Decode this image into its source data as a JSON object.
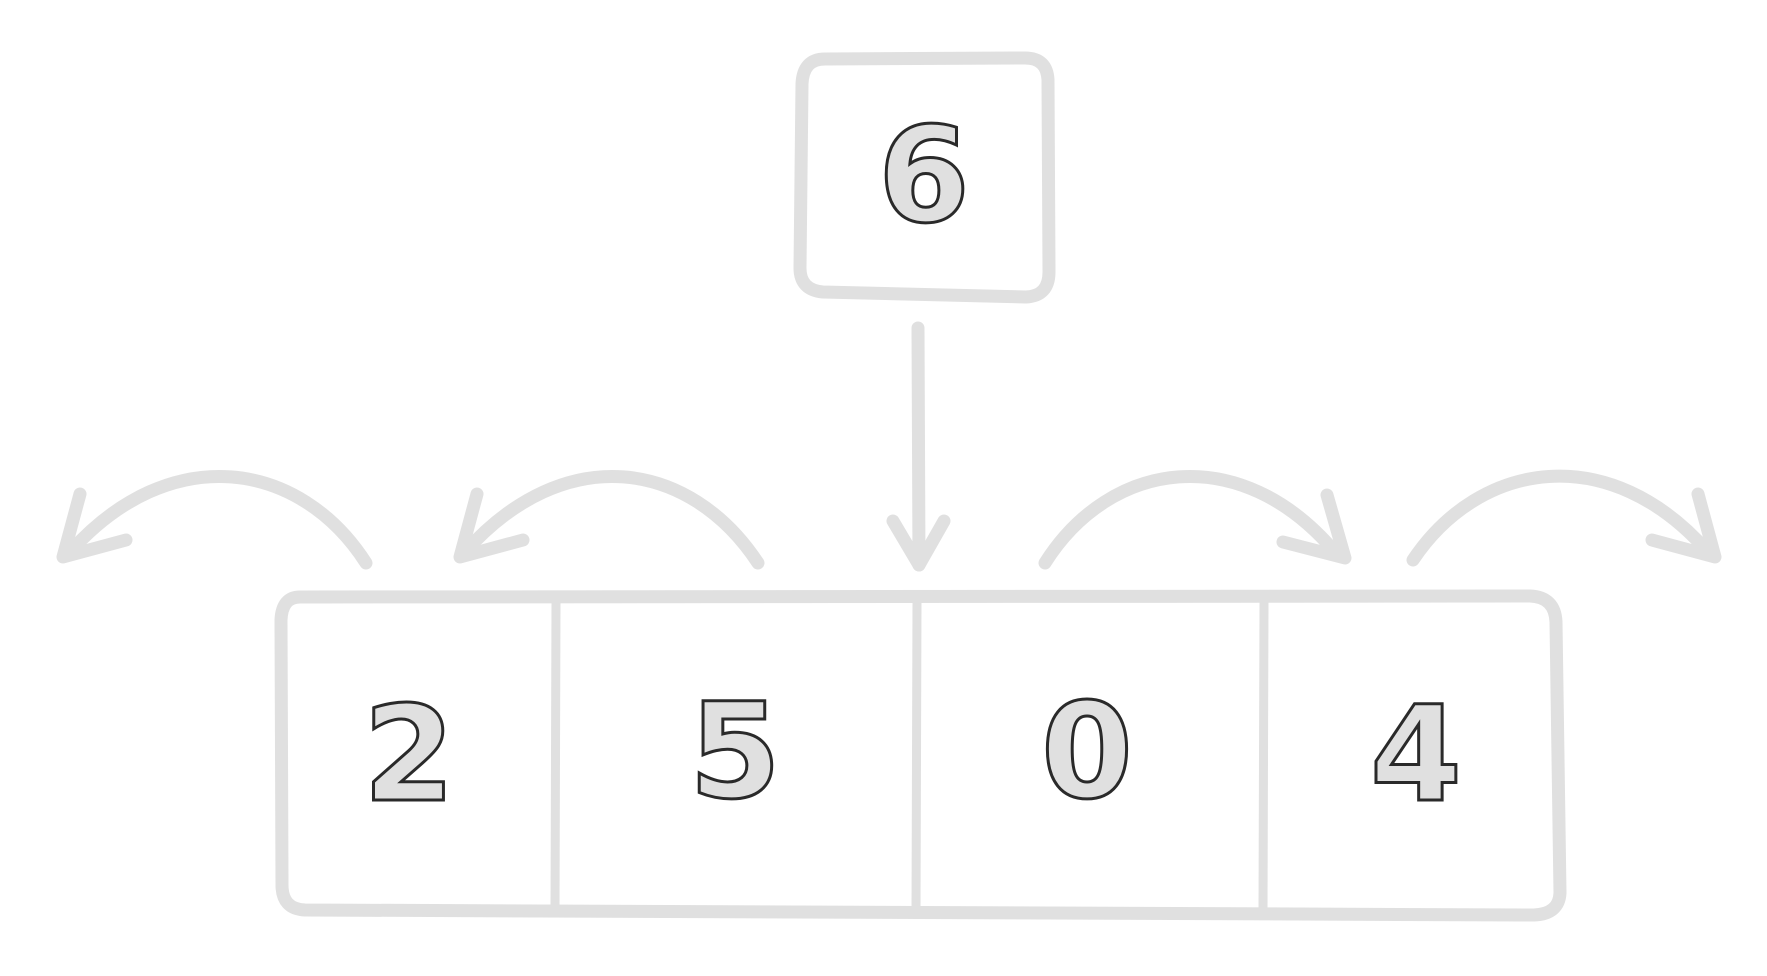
{
  "insert_value": "6",
  "array_values": [
    "2",
    "5",
    "0",
    "4"
  ],
  "colors": {
    "stroke": "#e0e0e0",
    "digit_fill": "#e0e0e0",
    "digit_outline": "#2a2a2a",
    "background": "#ffffff"
  }
}
